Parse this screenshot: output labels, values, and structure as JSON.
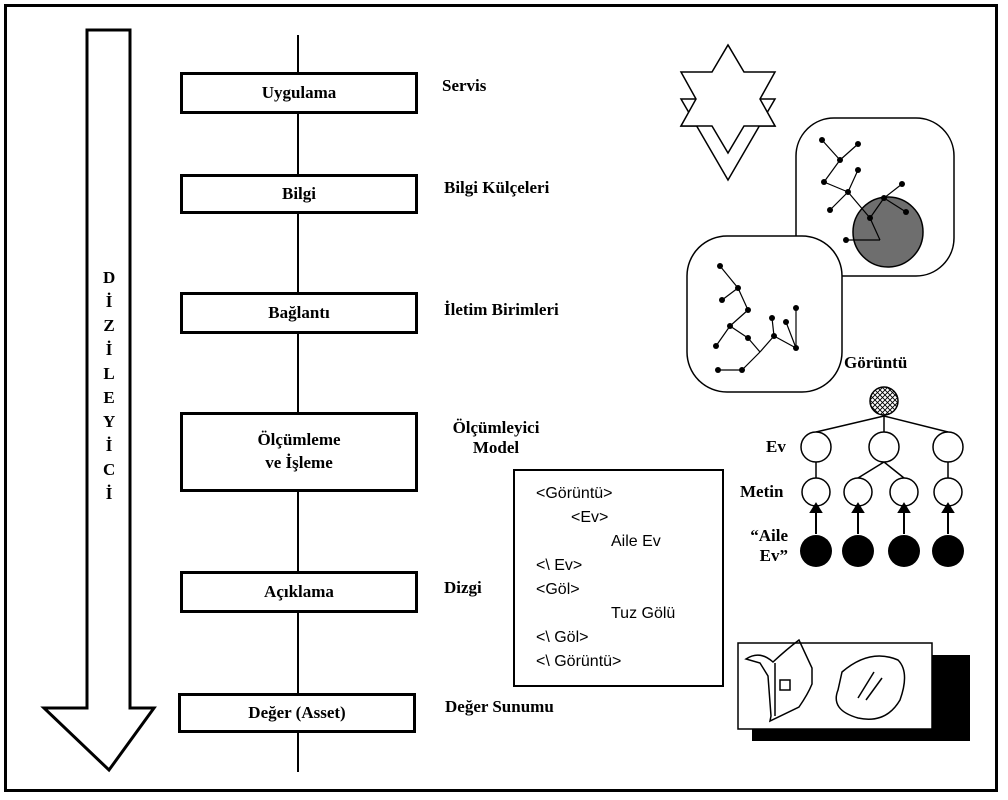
{
  "arrow_letters": [
    "D",
    "İ",
    "Z",
    "İ",
    "L",
    "E",
    "Y",
    "İ",
    "C",
    "İ"
  ],
  "layers": [
    {
      "box": "Uygulama",
      "label": "Servis"
    },
    {
      "box": "Bilgi",
      "label": "Bilgi Külçeleri"
    },
    {
      "box": "Bağlantı",
      "label": "İletim Birimleri"
    },
    {
      "box_line1": "Ölçümleme",
      "box_line2": "ve İşleme",
      "label_line1": "Ölçümleyici",
      "label_line2": "Model"
    },
    {
      "box": "Açıklama",
      "label": "Dizgi"
    },
    {
      "box": "Değer (Asset)",
      "label": "Değer Sunumu"
    }
  ],
  "xml_lines": [
    "<Görüntü>",
    "<Ev>",
    "Aile Ev",
    "<\\ Ev>",
    "<Göl>",
    "Tuz Gölü",
    "<\\ Göl>",
    "<\\ Görüntü>"
  ],
  "tree": {
    "root_label": "Görüntü",
    "level1_label": "Ev",
    "level2_label": "Metin",
    "leaf_label_line1": "“Aile",
    "leaf_label_line2": "Ev”"
  }
}
